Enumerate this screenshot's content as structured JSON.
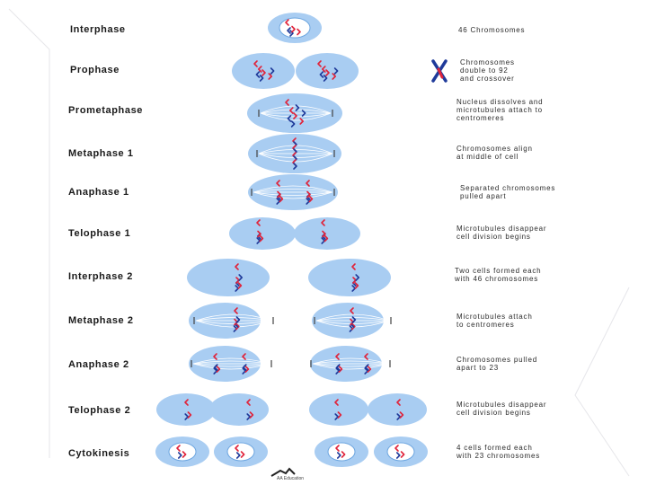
{
  "stages": [
    {
      "id": "interphase",
      "label": "Interphase",
      "note": [
        "46 Chromosomes"
      ]
    },
    {
      "id": "prophase",
      "label": "Prophase",
      "note": [
        "Chromosomes",
        "double to 92",
        "and crossover"
      ]
    },
    {
      "id": "prometaphase",
      "label": "Prometaphase",
      "note": [
        "Nucleus dissolves and",
        "microtubules attach to",
        "centromeres"
      ]
    },
    {
      "id": "metaphase-1",
      "label": "Metaphase 1",
      "note": [
        "Chromosomes align",
        "at middle of cell"
      ]
    },
    {
      "id": "anaphase-1",
      "label": "Anaphase 1",
      "note": [
        "Separated chromosomes",
        "pulled apart"
      ]
    },
    {
      "id": "telophase-1",
      "label": "Telophase 1",
      "note": [
        "Microtubules disappear",
        "cell division begins"
      ]
    },
    {
      "id": "interphase-2",
      "label": "Interphase 2",
      "note": [
        "Two cells formed each",
        "with 46 chromosomes"
      ]
    },
    {
      "id": "metaphase-2",
      "label": "Metaphase 2",
      "note": [
        "Microtubules attach",
        "to centromeres"
      ]
    },
    {
      "id": "anaphase-2",
      "label": "Anaphase 2",
      "note": [
        "Chromosomes pulled",
        "apart to 23"
      ]
    },
    {
      "id": "telophase-2",
      "label": "Telophase 2",
      "note": [
        "Microtubules disappear",
        "cell division begins"
      ]
    },
    {
      "id": "cytokinesis",
      "label": "Cytokinesis",
      "note": [
        "4 cells formed each",
        "with 23 chromosomes"
      ]
    }
  ],
  "credit": "AA Education",
  "colors": {
    "cell": "#a9cdf2",
    "chromosome_red": "#e0233a",
    "chromosome_blue": "#1f3a9a",
    "text": "#1a1a1a"
  }
}
